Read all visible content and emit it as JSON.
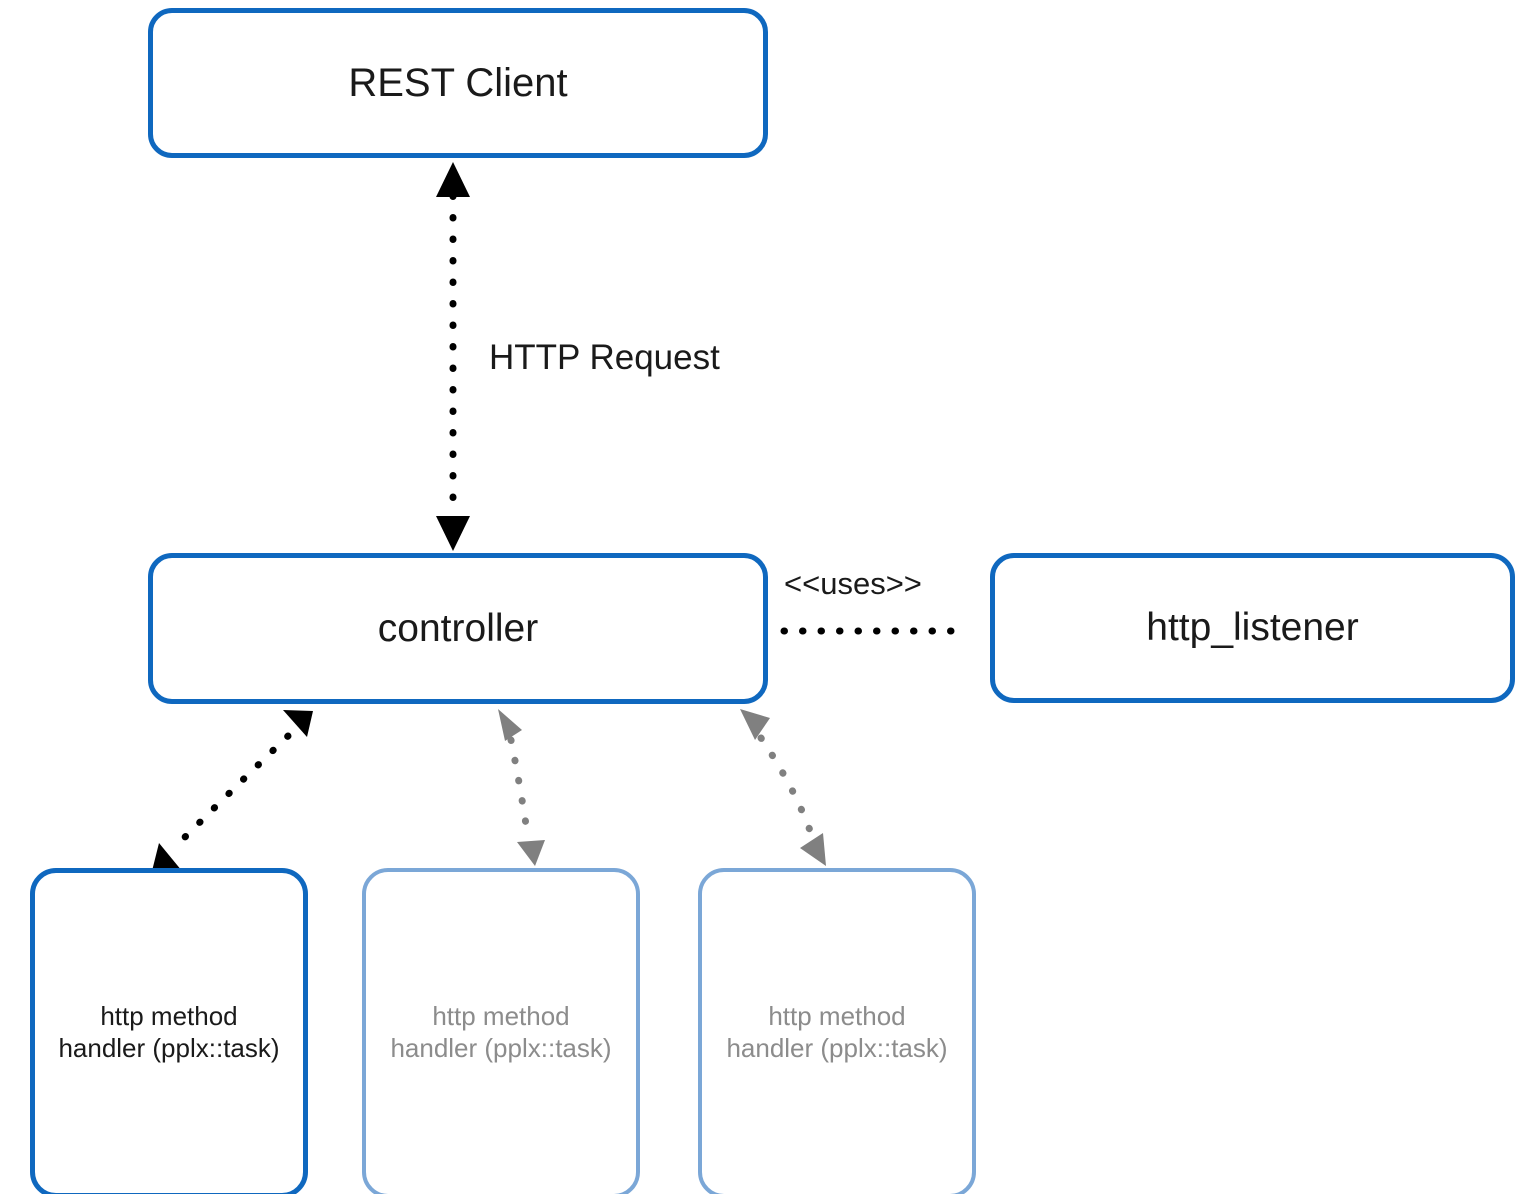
{
  "diagram": {
    "type": "uml-component-diagram",
    "background_color": "#ffffff",
    "accent_color": "#0f68bf",
    "faded_accent_color": "#7ba7d7",
    "faded_text_color": "#8c8c8c",
    "text_color": "#1a1a1a",
    "arrow_dark_color": "#000000",
    "arrow_gray_color": "#808080"
  },
  "nodes": {
    "rest_client": {
      "label": "REST Client",
      "state": "active"
    },
    "controller": {
      "label": "controller",
      "state": "active"
    },
    "http_listener": {
      "label": "http_listener",
      "state": "active"
    },
    "handlers": [
      {
        "line1": "http method",
        "line2": "handler (pplx::task)",
        "state": "active"
      },
      {
        "line1": "http method",
        "line2": "handler (pplx::task)",
        "state": "faded"
      },
      {
        "line1": "http method",
        "line2": "handler (pplx::task)",
        "state": "faded"
      }
    ]
  },
  "edges": {
    "http_request": {
      "label": "HTTP Request",
      "from": "rest_client",
      "to": "controller",
      "style": "dotted",
      "arrowheads": "both",
      "color": "#000000"
    },
    "uses": {
      "label": "<<uses>>",
      "from": "controller",
      "to": "http_listener",
      "style": "dotted",
      "arrowheads": "none",
      "color": "#000000"
    },
    "controller_to_handlers": [
      {
        "from": "controller",
        "to": "handler-0",
        "style": "dotted",
        "arrowheads": "both",
        "color": "#000000"
      },
      {
        "from": "controller",
        "to": "handler-1",
        "style": "dotted",
        "arrowheads": "both",
        "color": "#808080"
      },
      {
        "from": "controller",
        "to": "handler-2",
        "style": "dotted",
        "arrowheads": "both",
        "color": "#808080"
      }
    ]
  }
}
